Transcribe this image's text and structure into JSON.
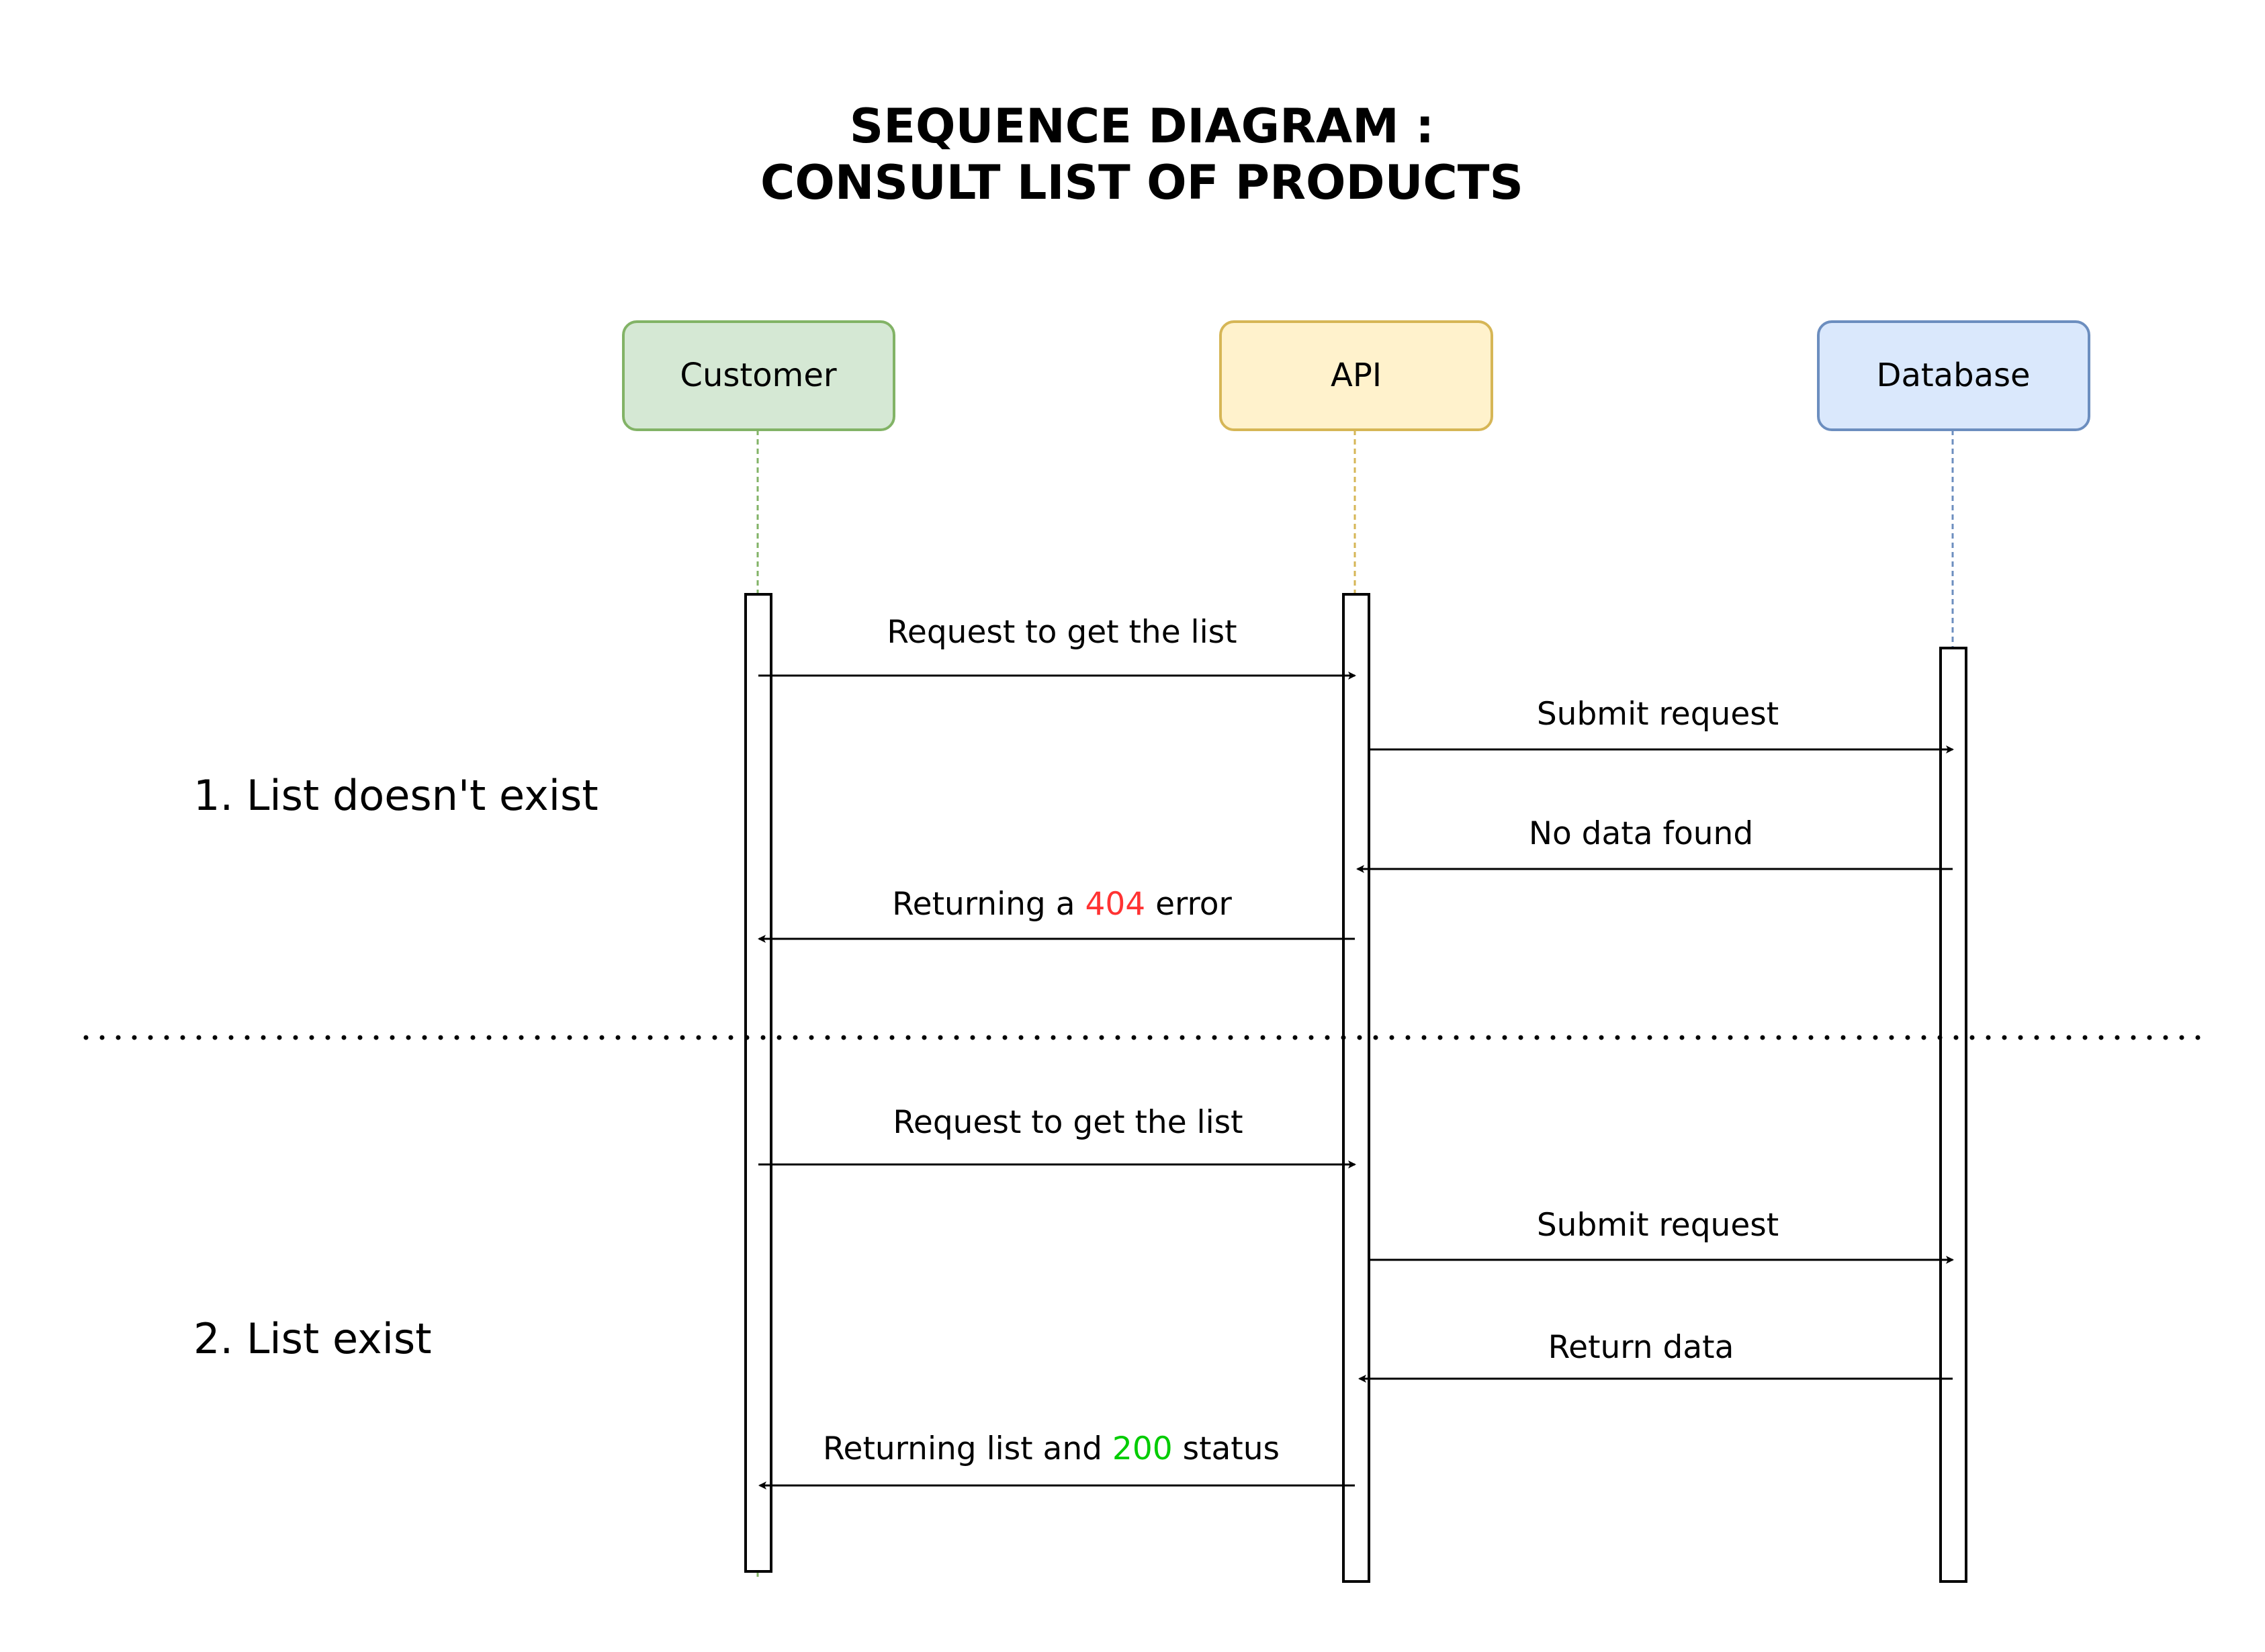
{
  "title": {
    "line1": "SEQUENCE DIAGRAM :",
    "line2": "CONSULT LIST OF PRODUCTS"
  },
  "actors": [
    {
      "id": "customer",
      "label": "Customer",
      "fill": "#d5e8d4",
      "stroke": "#82b366"
    },
    {
      "id": "api",
      "label": "API",
      "fill": "#fff2cc",
      "stroke": "#d6b656"
    },
    {
      "id": "database",
      "label": "Database",
      "fill": "#dae8fc",
      "stroke": "#6c8ebf"
    }
  ],
  "scenarios": [
    {
      "label": "1. List doesn't exist"
    },
    {
      "label": "2. List exist"
    }
  ],
  "messages": [
    {
      "from": "customer",
      "to": "api",
      "parts": [
        {
          "text": "Request to get the list"
        }
      ]
    },
    {
      "from": "api",
      "to": "database",
      "parts": [
        {
          "text": "Submit request"
        }
      ]
    },
    {
      "from": "database",
      "to": "api",
      "parts": [
        {
          "text": "No data found"
        }
      ]
    },
    {
      "from": "api",
      "to": "customer",
      "parts": [
        {
          "text": "Returning a "
        },
        {
          "text": "404",
          "color": "#ff3333"
        },
        {
          "text": " error"
        }
      ]
    },
    {
      "from": "customer",
      "to": "api",
      "parts": [
        {
          "text": "Request to get the list"
        }
      ]
    },
    {
      "from": "api",
      "to": "database",
      "parts": [
        {
          "text": "Submit request"
        }
      ]
    },
    {
      "from": "database",
      "to": "api",
      "parts": [
        {
          "text": "Return data"
        }
      ]
    },
    {
      "from": "api",
      "to": "customer",
      "parts": [
        {
          "text": "Returning list and "
        },
        {
          "text": "200",
          "color": "#00cc00"
        },
        {
          "text": " status"
        }
      ]
    }
  ]
}
